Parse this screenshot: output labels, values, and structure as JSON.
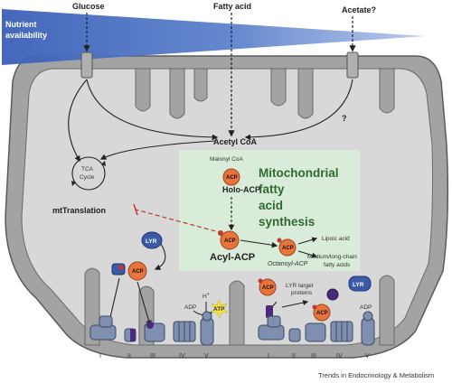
{
  "labels": {
    "glucose": "Glucose",
    "fatty_acid": "Fatty acid",
    "acetate": "Acetate?",
    "nutrient_line1": "Nutrient",
    "nutrient_line2": "availability",
    "question_mark": "?",
    "acetyl_coa": "Acetyl CoA",
    "malonyl_coa": "Malonyl CoA",
    "holo_acp": "Holo-ACP",
    "acyl_acp": "Acyl-ACP",
    "octanoyl_acp": "Octanoyl-ACP",
    "lipoic_acid": "Lipoic acid",
    "mcfa_line1": "Medium/long-chain",
    "mcfa_line2": "fatty acids",
    "tca_line1": "TCA",
    "tca_line2": "Cycle",
    "mt_translation": "mtTranslation",
    "lyr_target_line1": "LYR target",
    "lyr_target_line2": "proteins",
    "adp": "ADP",
    "atp": "ATP",
    "h_plus": "H",
    "h_plus_sup": "+",
    "mfas_title": [
      "Mitochondrial",
      "fatty",
      "acid",
      "synthesis"
    ],
    "acp": "ACP",
    "lyr": "LYR",
    "complexes": [
      "I",
      "II",
      "III",
      "IV",
      "V"
    ],
    "footer": "Trends in Endocrinology & Metabolism"
  },
  "colors": {
    "membrane": "#9a9a9a",
    "matrix": "#d6d6d6",
    "nutrient_gradient": "#4a6fc2",
    "mfas_box": "#d9ecd9",
    "acp": "#e8743b",
    "lyr": "#3b5ba9",
    "inhibition": "#c0392b",
    "mfas_title": "#2f6b2f",
    "complex": "#7f8fb0"
  },
  "icons": [
    "cycle-arrows-icon",
    "inhibition-arrow-icon",
    "star-burst-icon"
  ]
}
